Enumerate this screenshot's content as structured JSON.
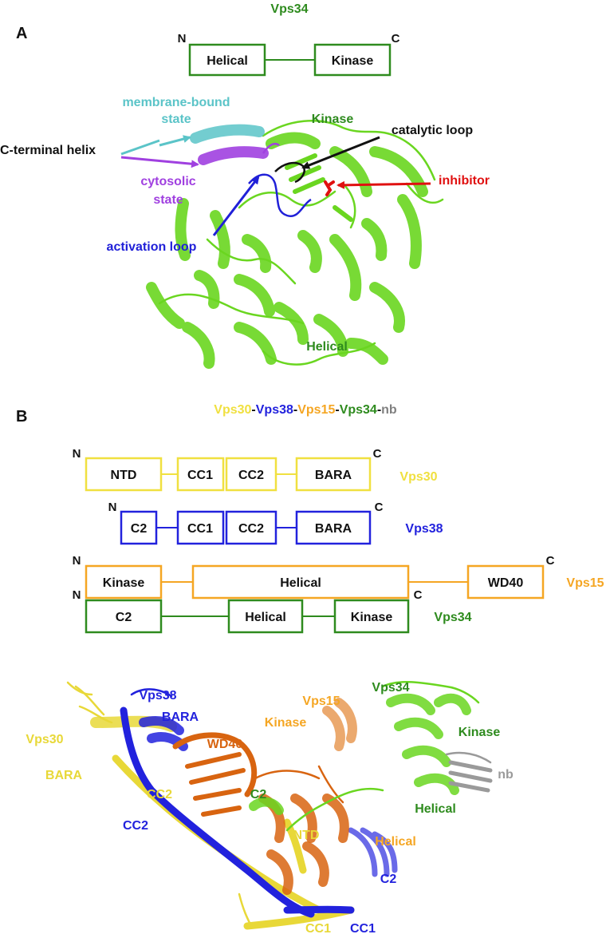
{
  "colors": {
    "vps30": "#f0e040",
    "vps30_dark": "#c8b820",
    "vps38": "#2222dd",
    "vps15": "#f5a623",
    "vps15_dark": "#d86410",
    "vps34": "#2e8b1e",
    "vps34_light": "#7ae82a",
    "nb": "#9a9a9a",
    "cyan": "#5bc4c8",
    "purple": "#a040e0",
    "blue": "#2020d8",
    "black": "#111111",
    "red": "#e01010"
  },
  "panel_a": {
    "letter": "A",
    "title": "Vps34",
    "n_term": "N",
    "c_term": "C",
    "domains": [
      "Helical",
      "Kinase"
    ],
    "labels": {
      "membrane_bound_line1": "membrane-bound",
      "membrane_bound_line2": "state",
      "c_terminal_helix": "C-terminal helix",
      "cytosolic_line1": "cytosolic",
      "cytosolic_line2": "state",
      "kinase": "Kinase",
      "catalytic_loop": "catalytic loop",
      "inhibitor": "inhibitor",
      "activation_loop": "activation loop",
      "helical": "Helical"
    }
  },
  "panel_b": {
    "letter": "B",
    "title_parts": [
      {
        "text": "Vps30",
        "color": "#f0e040"
      },
      {
        "text": "-",
        "color": "#111111"
      },
      {
        "text": "Vps38",
        "color": "#2222dd"
      },
      {
        "text": "-",
        "color": "#111111"
      },
      {
        "text": "Vps15",
        "color": "#f5a623"
      },
      {
        "text": "-",
        "color": "#111111"
      },
      {
        "text": "Vps34",
        "color": "#2e8b1e"
      },
      {
        "text": "-",
        "color": "#111111"
      },
      {
        "text": "nb",
        "color": "#808080"
      }
    ],
    "rows": [
      {
        "protein": "Vps30",
        "n": "N",
        "c": "C",
        "domains": [
          "NTD",
          "CC1",
          "CC2",
          "BARA"
        ]
      },
      {
        "protein": "Vps38",
        "n": "N",
        "c": "C",
        "domains": [
          "C2",
          "CC1",
          "CC2",
          "BARA"
        ]
      },
      {
        "protein": "Vps15",
        "n": "N",
        "c": "C",
        "domains": [
          "Kinase",
          "Helical",
          "WD40"
        ]
      },
      {
        "protein": "Vps34",
        "n": "N",
        "c": "C",
        "domains": [
          "C2",
          "Helical",
          "Kinase"
        ]
      }
    ],
    "structure_labels": {
      "vps38": "Vps38",
      "vps38_bara": "BARA",
      "vps30": "Vps30",
      "vps30_bara": "BARA",
      "vps15_wd40": "WD40",
      "vps15": "Vps15",
      "vps15_kinase": "Kinase",
      "vps34": "Vps34",
      "vps34_kinase": "Kinase",
      "nb": "nb",
      "vps34_helical": "Helical",
      "vps30_cc2": "CC2",
      "vps38_cc2": "CC2",
      "vps34_c2": "C2",
      "vps30_ntd": "NTD",
      "vps15_helical": "Helical",
      "vps38_c2": "C2",
      "vps30_cc1": "CC1",
      "vps38_cc1": "CC1"
    }
  }
}
